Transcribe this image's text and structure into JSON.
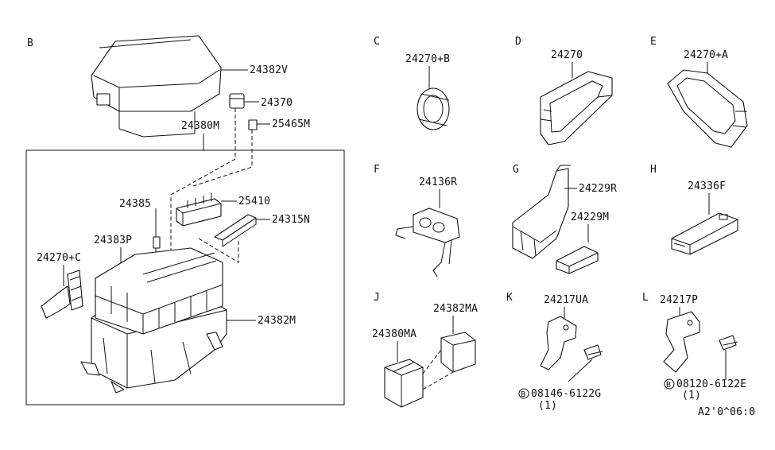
{
  "sections": {
    "B": "B",
    "C": "C",
    "D": "D",
    "E": "E",
    "F": "F",
    "G": "G",
    "H": "H",
    "J": "J",
    "K": "K",
    "L": "L"
  },
  "parts": {
    "p24382V": "24382V",
    "p24370": "24370",
    "p24380M": "24380M",
    "p25465M": "25465M",
    "p24385": "24385",
    "p25410": "25410",
    "p24315N": "24315N",
    "p24383P": "24383P",
    "p24270C": "24270+C",
    "p24382M": "24382M",
    "p24270B": "24270+B",
    "p24270": "24270",
    "p24270A": "24270+A",
    "p24136R": "24136R",
    "p24229R": "24229R",
    "p24229M": "24229M",
    "p24336F": "24336F",
    "p24380MA": "24380MA",
    "p24382MA": "24382MA",
    "p24217UA": "24217UA",
    "p24217P": "24217P",
    "bolt_k": "08146-6122G",
    "bolt_k_qty": "(1)",
    "bolt_l": "08120-6122E",
    "bolt_l_qty": "(1)",
    "bolt_marker": "B"
  },
  "diagram_code": "A2'0^06:0"
}
